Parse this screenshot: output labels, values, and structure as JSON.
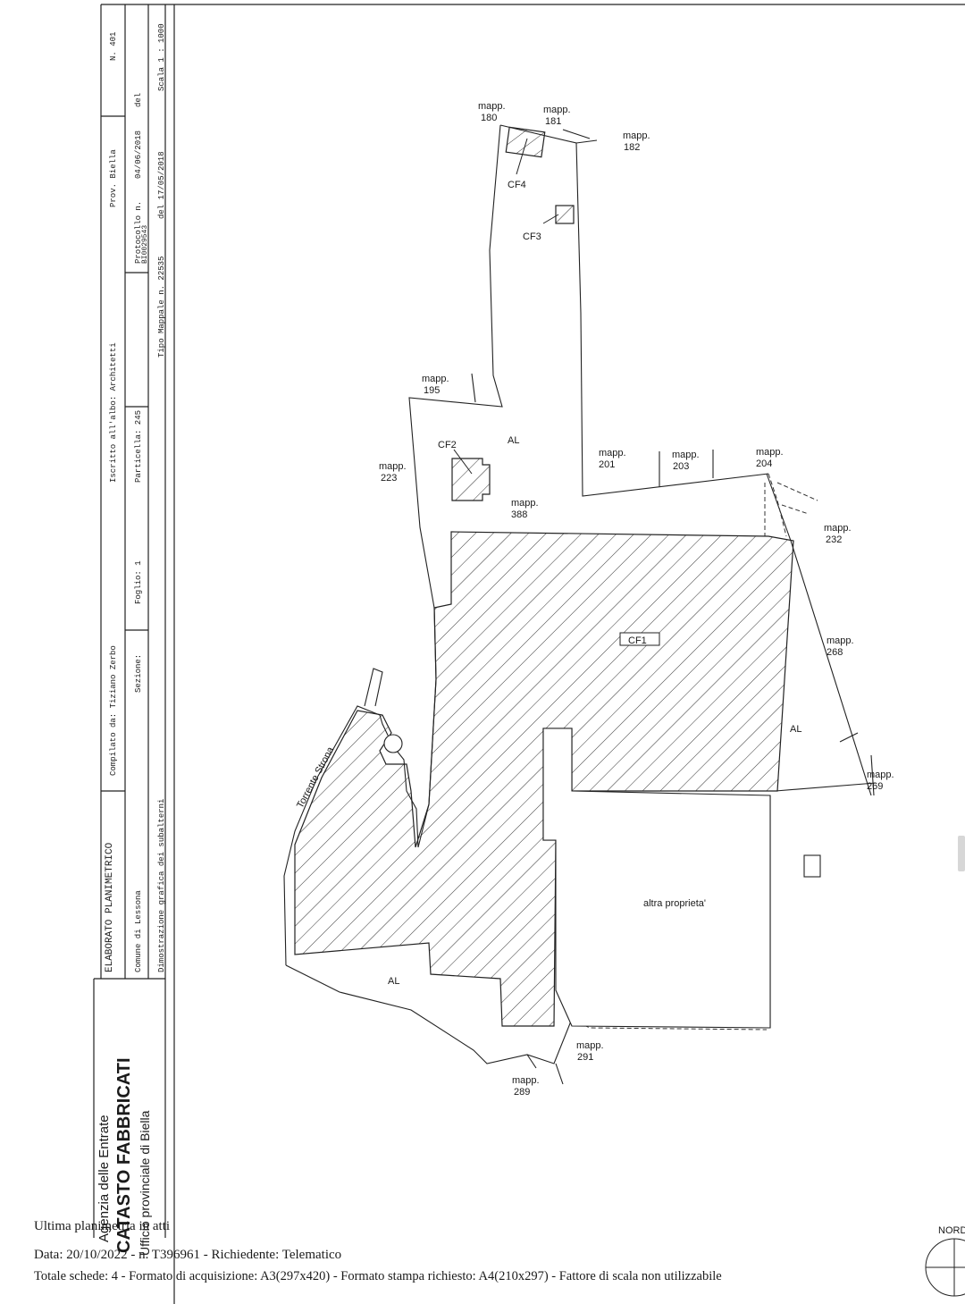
{
  "header": {
    "n": "N. 401",
    "prov": "Prov. Biella",
    "protocollo": "Protocollo n.",
    "protocollo_num": "BI0029543",
    "date": "04/06/2018",
    "del": "del",
    "tipo_mappale": "Tipo Mappale n. 22535",
    "tipo_del": "del 17/05/2018",
    "scala": "Scala 1 : 1000",
    "iscritto": "Iscritto all'albo: Architetti",
    "particella": "Particella: 245",
    "compilato": "Compilato da: Tiziano Zerbo",
    "sezione": "Sezione:",
    "foglio": "Foglio: 1",
    "elaborato": "ELABORATO PLANIMETRICO",
    "comune": "Comune di Lessona",
    "dimostrazione": "Dimostrazione grafica dei subalterni"
  },
  "agency": {
    "line1": "Agenzia delle Entrate",
    "line2": "CATASTO FABBRICATI",
    "line3": "Ufficio provinciale di Biella"
  },
  "map_labels": {
    "m180": [
      "mapp.",
      "180"
    ],
    "m181": [
      "mapp.",
      "181"
    ],
    "m182": [
      "mapp.",
      "182"
    ],
    "cf4": "CF4",
    "cf3": "CF3",
    "m195": [
      "mapp.",
      "195"
    ],
    "cf2": "CF2",
    "al_top": "AL",
    "m223": [
      "mapp.",
      "223"
    ],
    "m201": [
      "mapp.",
      "201"
    ],
    "m203": [
      "mapp.",
      "203"
    ],
    "m204": [
      "mapp.",
      "204"
    ],
    "m388": [
      "mapp.",
      "388"
    ],
    "m232": [
      "mapp.",
      "232"
    ],
    "cf1": "CF1",
    "m268": [
      "mapp.",
      "268"
    ],
    "al_right": "AL",
    "m269": [
      "mapp.",
      "269"
    ],
    "altra": "altra proprieta'",
    "al_bottom": "AL",
    "m291": [
      "mapp.",
      "291"
    ],
    "m289": [
      "mapp.",
      "289"
    ],
    "torrente": "Torrente Strona"
  },
  "footer": {
    "line1": "Ultima planimetria in atti",
    "line2": "Data: 20/10/2022 - n. T396961 - Richiedente: Telematico",
    "line3": "Totale schede: 4 - Formato di acquisizione: A3(297x420)  - Formato stampa richiesto: A4(210x297) - Fattore di scala non utilizzabile"
  },
  "compass": {
    "label": "NORD"
  }
}
